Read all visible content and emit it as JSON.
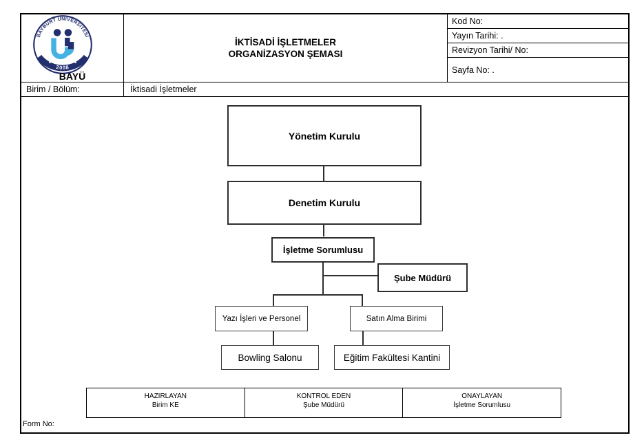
{
  "logo": {
    "ring_text": "BAYBURT ÜNİVERSİTESİ",
    "year": "2008",
    "abbr": "BAYÜ"
  },
  "header": {
    "title_line1": "İKTİSADİ İŞLETMELER",
    "title_line2": "ORGANİZASYON ŞEMASI",
    "meta_rows": [
      {
        "label": "Kod No:"
      },
      {
        "label": "Yayın Tarihi: ."
      },
      {
        "label": "Revizyon Tarihi/ No:"
      },
      {
        "label": "Sayfa No: ."
      }
    ],
    "unit_row": {
      "label": "Birim / Bölüm:",
      "value": "İktisadi İşletmeler"
    }
  },
  "chart_data": {
    "type": "org-chart",
    "title": "İktisadi İşletmeler Organizasyon Şeması",
    "nodes": {
      "yonetim_kurulu": {
        "label": "Yönetim Kurulu",
        "reports_to": null
      },
      "denetim_kurulu": {
        "label": "Denetim Kurulu",
        "reports_to": "yonetim_kurulu"
      },
      "isletme_sorumlusu": {
        "label": "İşletme Sorumlusu",
        "reports_to": "denetim_kurulu"
      },
      "sube_muduru": {
        "label": "Şube Müdürü",
        "reports_to": "isletme_sorumlusu"
      },
      "yazi_isleri": {
        "label": "Yazı İşleri ve Personel",
        "reports_to": "isletme_sorumlusu"
      },
      "satin_alma": {
        "label": "Satın Alma Birimi",
        "reports_to": "isletme_sorumlusu"
      },
      "bowling_salonu": {
        "label": "Bowling Salonu",
        "reports_to": "yazi_isleri"
      },
      "egitim_kantini": {
        "label": "Eğitim Fakültesi Kantini",
        "reports_to": "satin_alma"
      }
    }
  },
  "footer": {
    "cells": [
      {
        "role": "HAZIRLAYAN",
        "name": "Birim KE"
      },
      {
        "role": "KONTROL EDEN",
        "name": "Şube Müdürü"
      },
      {
        "role": "ONAYLAYAN",
        "name": "İşletme Sorumlusu"
      }
    ],
    "form_no_label": "Form No:"
  },
  "colors": {
    "logo_navy": "#232e6e",
    "logo_light_blue": "#45b2e2",
    "line_color": "#2e2e2e"
  }
}
